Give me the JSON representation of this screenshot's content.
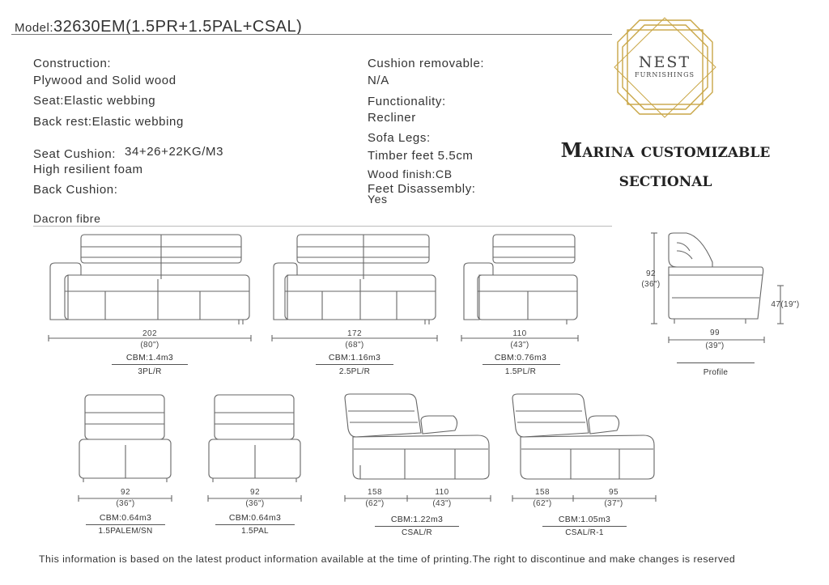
{
  "header": {
    "model_label": "Model:",
    "model_number": "32630EM(1.5PR+1.5PAL+CSAL)"
  },
  "specs": {
    "construction_label": "Construction:",
    "construction_value": "Plywood and Solid wood",
    "seat": "Seat:Elastic webbing",
    "back_rest": "Back rest:Elastic webbing",
    "seat_cushion_label": "Seat Cushion:",
    "seat_cushion_density": "34+26+22KG/M3",
    "seat_cushion_value": "High resilient foam",
    "back_cushion_label": "Back Cushion:",
    "back_cushion_value": "Dacron fibre",
    "cushion_removable_label": "Cushion removable:",
    "cushion_removable_value": "N/A",
    "functionality_label": "Functionality:",
    "functionality_value": "Recliner",
    "sofa_legs_label": "Sofa Legs:",
    "sofa_legs_value": "Timber feet 5.5cm",
    "wood_finish": "Wood finish:CB",
    "feet_disassembly_label": "Feet Disassembly:",
    "feet_disassembly_value": "Yes"
  },
  "brand": {
    "logo_line1": "NEST",
    "logo_line2": "FURNISHINGS",
    "title_line1": "Marina customizable",
    "title_line2": "sectional",
    "gold": "#c9a646"
  },
  "pieces": [
    {
      "width": "202",
      "width_in": "(80\")",
      "cbm": "CBM:1.4m3",
      "code": "3PL/R"
    },
    {
      "width": "172",
      "width_in": "(68\")",
      "cbm": "CBM:1.16m3",
      "code": "2.5PL/R"
    },
    {
      "width": "110",
      "width_in": "(43\")",
      "cbm": "CBM:0.76m3",
      "code": "1.5PL/R"
    },
    {
      "width": "99",
      "width_in": "(39\")",
      "height": "92",
      "height_in": "(36\")",
      "seat_height": "47(19\")",
      "code": "Profile"
    },
    {
      "width": "92",
      "width_in": "(36\")",
      "cbm": "CBM:0.64m3",
      "code": "1.5PALEM/SN"
    },
    {
      "width": "92",
      "width_in": "(36\")",
      "cbm": "CBM:0.64m3",
      "code": "1.5PAL"
    },
    {
      "width_a": "158",
      "width_a_in": "(62\")",
      "width_b": "110",
      "width_b_in": "(43\")",
      "cbm": "CBM:1.22m3",
      "code": "CSAL/R"
    },
    {
      "width_a": "158",
      "width_a_in": "(62\")",
      "width_b": "95",
      "width_b_in": "(37\")",
      "cbm": "CBM:1.05m3",
      "code": "CSAL/R-1"
    }
  ],
  "footer": {
    "disclaimer": "This information is based on the latest product information available at the time of printing.The right to discontinue and make changes is reserved"
  }
}
